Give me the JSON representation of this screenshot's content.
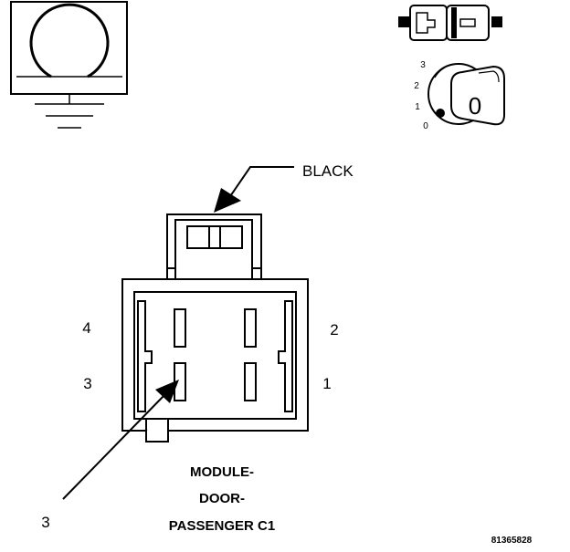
{
  "wire_color_label": "BLACK",
  "pins": {
    "p1": "1",
    "p2": "2",
    "p3": "3",
    "p4": "4"
  },
  "callout_pin": "3",
  "module_title": {
    "line1": "MODULE-",
    "line2": "DOOR-",
    "line3": "PASSENGER C1"
  },
  "key_positions": {
    "k3": "3",
    "k2": "2",
    "k1": "1",
    "k0": "0"
  },
  "key_symbol": "0",
  "figure_ref": "81365828"
}
